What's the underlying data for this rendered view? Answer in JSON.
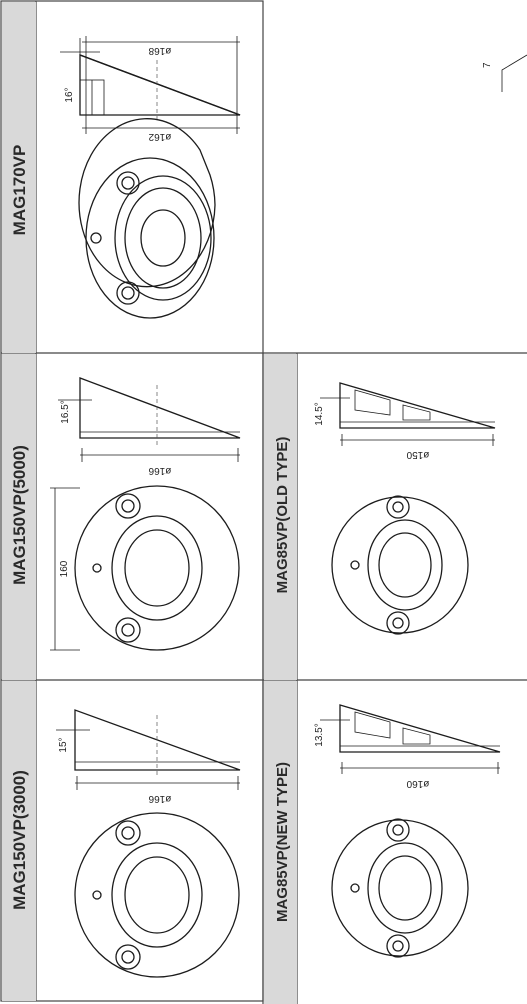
{
  "sheet": {
    "models": [
      {
        "name": "MAG170VP",
        "angle": "16°",
        "dim_top": "ø168",
        "dim_bottom": "ø162"
      },
      {
        "name": "MAG150VP(5000)",
        "angle": "16.5°",
        "dim_main": "ø166",
        "dim_front": "160"
      },
      {
        "name": "MAG150VP(3000)",
        "angle": "15°",
        "dim_main": "ø166"
      },
      {
        "name": "MAG85VP(OLD TYPE)",
        "angle": "14.5°",
        "dim_main": "ø150"
      },
      {
        "name": "MAG85VP(NEW TYPE)",
        "angle": "13.5°",
        "dim_main": "ø160"
      }
    ],
    "corner_mark": "7"
  }
}
